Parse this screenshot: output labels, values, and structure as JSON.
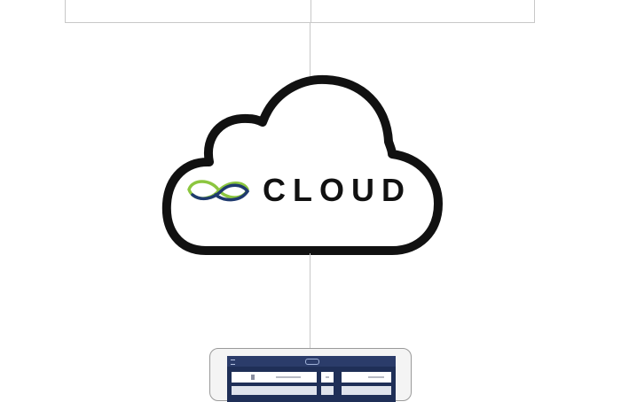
{
  "diagram": {
    "cloud_label": "CLOUD",
    "logo": "infinity-logo",
    "device": "tablet"
  },
  "colors": {
    "cloud_outline": "#111111",
    "logo_green": "#8cc63f",
    "logo_navy": "#1f3a6e",
    "connector": "#c8c8c8",
    "tablet_screen": "#1f2f57"
  }
}
